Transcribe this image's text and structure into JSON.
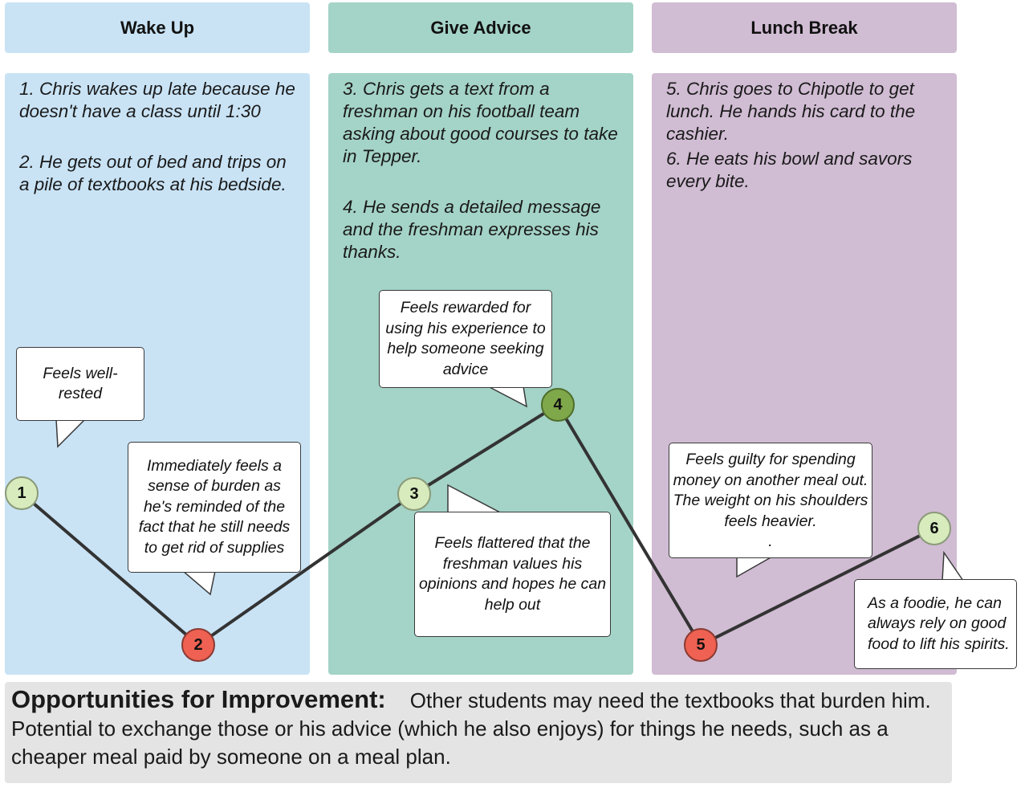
{
  "lanes": [
    {
      "title": "Wake Up",
      "steps": [
        "1. Chris wakes up late because he doesn't have a class until 1:30",
        "2. He gets out of bed and trips on a pile of textbooks at his bedside."
      ]
    },
    {
      "title": "Give Advice",
      "steps": [
        "3. Chris gets a text from a freshman on his football team asking about good courses to take in Tepper.",
        "4. He sends a detailed message and the freshman expresses his thanks."
      ]
    },
    {
      "title": "Lunch Break",
      "steps": [
        "5. Chris goes to Chipotle to get lunch. He hands his card to the cashier.",
        "6. He eats his bowl and savors every bite."
      ]
    }
  ],
  "nodes": [
    {
      "label": "1",
      "sentiment": "positive"
    },
    {
      "label": "2",
      "sentiment": "negative"
    },
    {
      "label": "3",
      "sentiment": "positive"
    },
    {
      "label": "4",
      "sentiment": "peak"
    },
    {
      "label": "5",
      "sentiment": "negative"
    },
    {
      "label": "6",
      "sentiment": "positive"
    }
  ],
  "bubbles": [
    "Feels well-rested",
    "Immediately feels a sense of burden as he's reminded of the fact that he still needs to get rid of supplies",
    "Feels flattered that the freshman values his opinions and hopes he can help out",
    "Feels rewarded for using his experience to help someone seeking advice",
    "Feels guilty for spending money on another meal out. The weight on his shoulders feels heavier.\n.",
    "As a foodie, he can always rely on good food to lift his spirits."
  ],
  "opportunities": {
    "title": "Opportunities for Improvement:",
    "text": "Other students may need the textbooks that burden him. Potential to exchange those or his advice (which he also enjoys) for things he needs, such as a cheaper meal paid by someone on a meal plan."
  },
  "colors": {
    "wake_up_lane": "#c9e3f5",
    "give_advice_lane": "#a4d3c7",
    "lunch_break_lane": "#d0bcd3",
    "positive_node": "#d7ebbd",
    "negative_node": "#ef6152",
    "peak_node": "#7fa84a",
    "opportunities_panel": "#e4e4e4"
  }
}
